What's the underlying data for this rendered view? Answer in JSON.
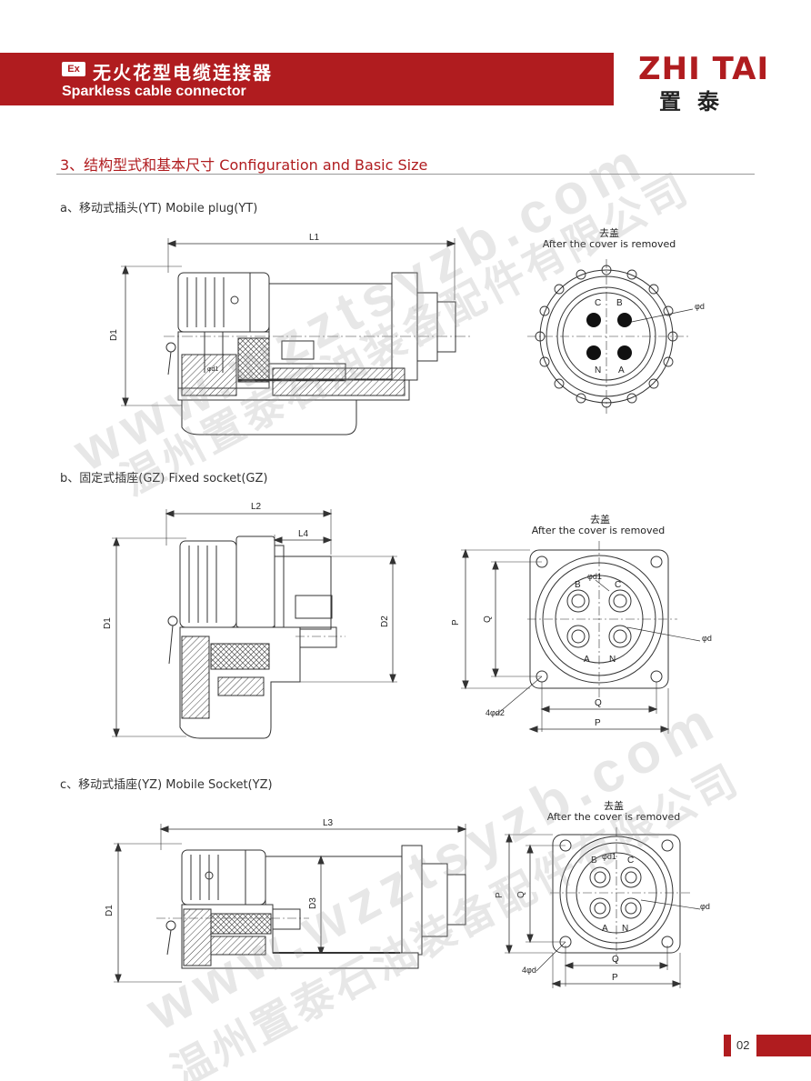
{
  "header": {
    "ex_badge": "Ex",
    "title_cn": "无火花型电缆连接器",
    "title_en": "Sparkless cable connector",
    "brand_color": "#b01c1f"
  },
  "logo": {
    "en": "ZHI TAI",
    "cn": "置泰"
  },
  "section": {
    "title": "3、结构型式和基本尺寸 Configuration and Basic Size"
  },
  "cover_note": {
    "cn": "去盖",
    "en": "After the cover is removed"
  },
  "parts": [
    {
      "title": "a、移动式插头(YT) Mobile plug(YT)",
      "labels": {
        "length": "L1",
        "dia": "D1",
        "d1": "φd1",
        "d": "φd"
      },
      "pins": [
        "C",
        "B",
        "N",
        "A"
      ]
    },
    {
      "title": "b、固定式插座(GZ) Fixed socket(GZ)",
      "labels": {
        "length": "L2",
        "length2": "L4",
        "dia": "D1",
        "dia2": "D2",
        "d1": "φd1",
        "d": "φd",
        "p": "P",
        "q": "Q",
        "holes": "4φd2"
      },
      "pins": [
        "B",
        "C",
        "A",
        "N"
      ]
    },
    {
      "title": "c、移动式插座(YZ) Mobile Socket(YZ)",
      "labels": {
        "length": "L3",
        "dia": "D1",
        "dia2": "D3",
        "d1": "φd1",
        "d": "φd",
        "p": "P",
        "q": "Q",
        "holes": "4φd"
      },
      "pins": [
        "B",
        "C",
        "A",
        "N"
      ]
    }
  ],
  "watermark": {
    "url": "www.wzztsyzb.com",
    "cn": "温州置泰石油装备配件有限公司"
  },
  "page": {
    "number": "02"
  }
}
